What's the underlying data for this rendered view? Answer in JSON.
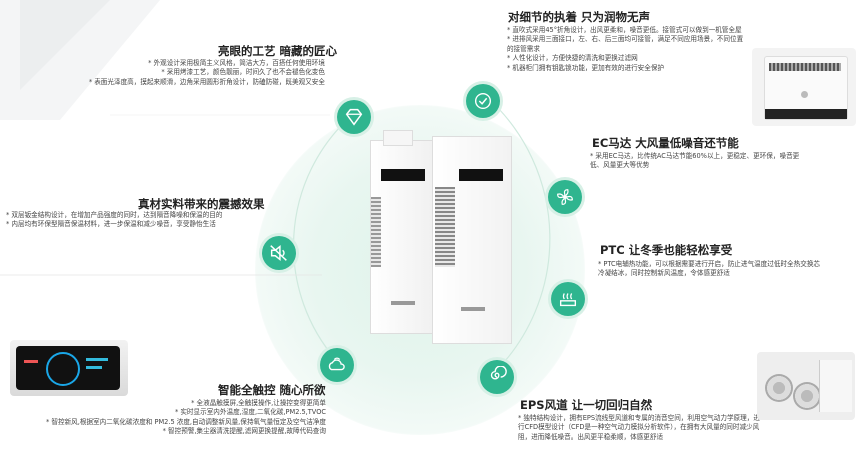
{
  "features": {
    "craft": {
      "title": "亮眼的工艺 暗藏的匠心",
      "bullets": [
        "* 外观设计采用极简主义风格，简洁大方，百搭任何使用环境",
        "* 采用烤漆工艺，颜色靓丽，时间久了也不会褪色化变色",
        "* 表面光泽度高，摸起来顺滑，边角采用圆形折角设计，防磕防碰，既美观又安全"
      ]
    },
    "material": {
      "title": "真材实料带来的震撼效果",
      "bullets": [
        "* 双层钣金结构设计，在增加产品强度的同时，达到隔音降噪和保温的目的",
        "* 内层均有环保型隔音保温材料，进一步保温和减少噪音，享受静怡生活"
      ]
    },
    "touch": {
      "title": "智能全触控 随心所欲",
      "bullets": [
        "* 全液晶触摸屏,全触摸操作,让操控变得更简单",
        "* 实时显示室内外温度,湿度,二氧化碳,PM2.5,TVOC",
        "* 智控新风,根据室内二氧化碳浓度和 PM2.5 浓度,自动调整新风量,保持氧气量恒定及空气洁净度",
        "* 智控预警,集尘器清洗提醒,滤网更换提醒,故障代码查询"
      ]
    },
    "detail": {
      "title": "对细节的执着 只为润物无声",
      "bullets": [
        "* 直吹式采用45°折角设计，出风更柔和，噪音更低。接管式可以做到一机管全屋",
        "* 进排风采用三面接口，左、右、后三面均可接管，满足不同应用场景，不同位置的接管需求",
        "* 人性化设计，方便快捷的清洗和更换过滤网",
        "* 机器柜门拥有钥匙锁功能，更加有效的进行安全保护"
      ]
    },
    "ec": {
      "title": "EC马达 大风量低噪音还节能",
      "bullets": [
        "* 采用EC马达，比传统AC马达节能60%以上，更稳定、更环保，噪音更低、风量更大等优势"
      ]
    },
    "ptc": {
      "title": "PTC 让冬季也能轻松享受",
      "bullets": [
        "* PTC电辅热功能，可以根据需要进行开启，防止进气温度过低时全热交换芯冷凝结冰，同时控制新风温度，令体感更舒适"
      ]
    },
    "eps": {
      "title": "EPS风道 让一切回归自然",
      "bullets": [
        "* 独特结构设计，拥有EPS流线型风道和专属的消音空间，利用空气动力学原理，进行CFD模型设计（CFD是一种空气动力模拟分析软件），在拥有大风量的同时减少风阻，进而降低噪音。出风更平稳柔顺，体感更舒适"
      ]
    }
  },
  "colors": {
    "accent": "#2fb58f",
    "accent_light": "#d7f0e6",
    "glow": "#e3f5ee"
  },
  "icons": [
    "diamond-icon",
    "sound-off-icon",
    "wifi-cloud-icon",
    "check-leaf-icon",
    "ec-fan-icon",
    "heater-icon",
    "spiral-wind-icon"
  ]
}
